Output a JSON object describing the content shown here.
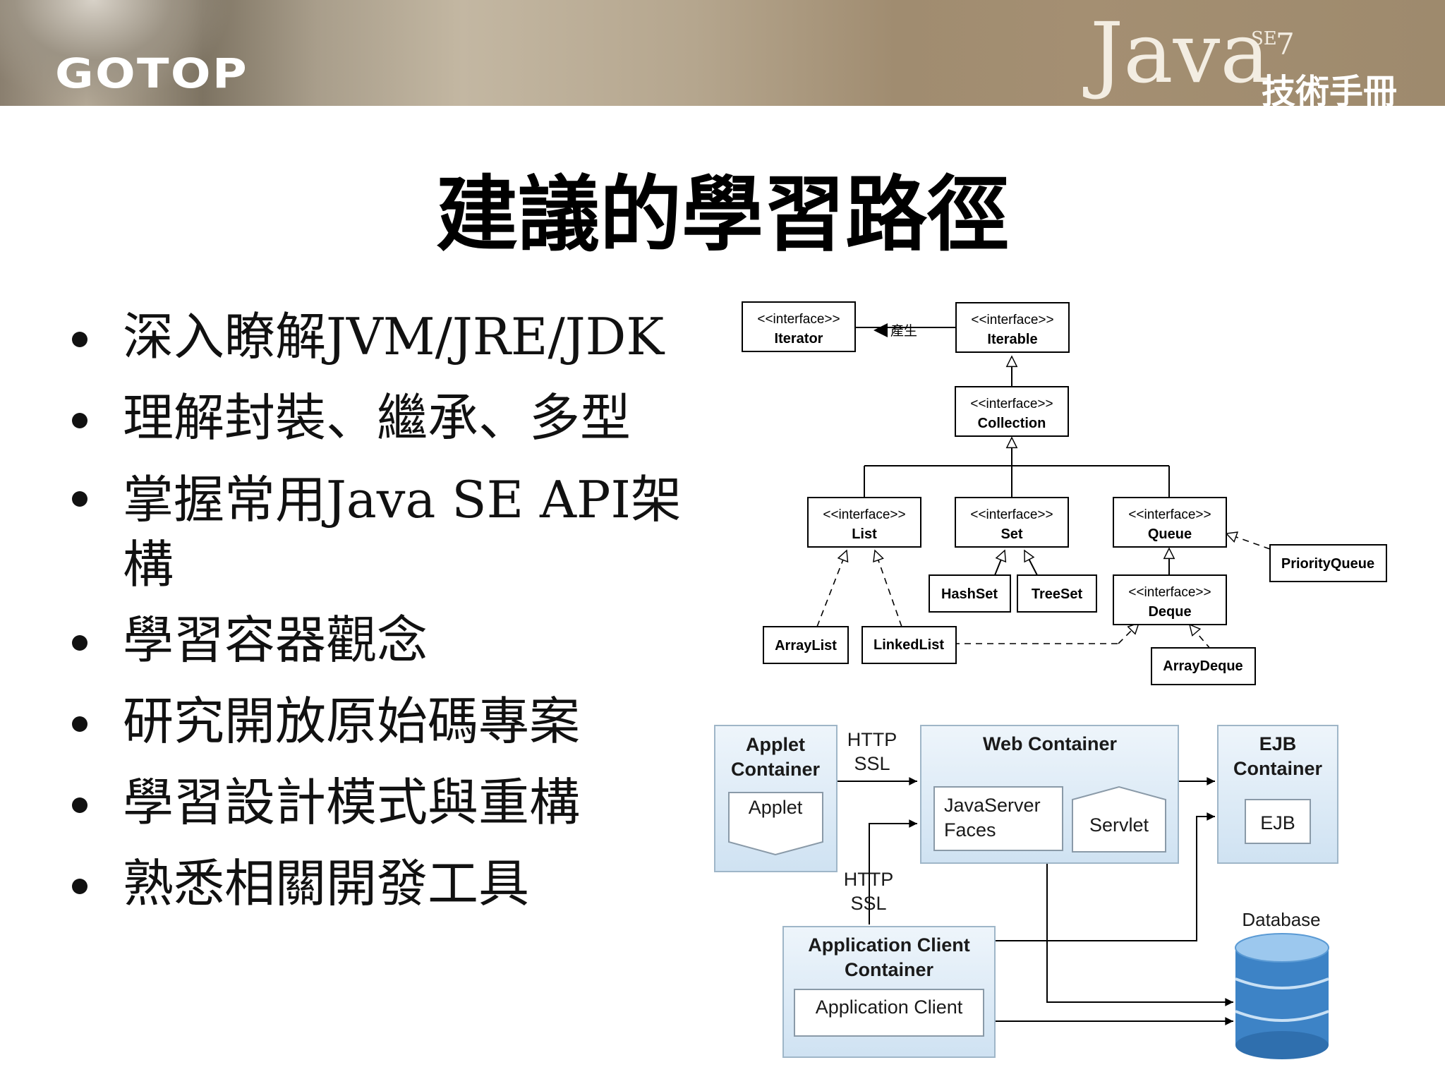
{
  "header": {
    "publisher_logo": "GOTOP",
    "product_word": "Java",
    "product_se": "SE",
    "product_version": "7",
    "product_subtitle": "技術手冊"
  },
  "slide": {
    "title": "建議的學習路徑",
    "bullets": [
      "深入瞭解JVM/JRE/JDK",
      "理解封裝、繼承、多型",
      "掌握常用Java SE API架構",
      "學習容器觀念",
      "研究開放原始碼專案",
      "學習設計模式與重構",
      "熟悉相關開發工具"
    ]
  },
  "uml": {
    "stereotype": "<<interface>>",
    "produces_label": "產生",
    "iterator": "Iterator",
    "iterable": "Iterable",
    "collection": "Collection",
    "list": "List",
    "set": "Set",
    "queue": "Queue",
    "deque": "Deque",
    "priority_queue": "PriorityQueue",
    "hashset": "HashSet",
    "treeset": "TreeSet",
    "arraylist": "ArrayList",
    "linkedlist": "LinkedList",
    "arraydeque": "ArrayDeque"
  },
  "architecture": {
    "applet_container_l1": "Applet",
    "applet_container_l2": "Container",
    "applet": "Applet",
    "http_top_l1": "HTTP",
    "http_top_l2": "SSL",
    "web_container": "Web Container",
    "jsf_l1": "JavaServer",
    "jsf_l2": "Faces",
    "servlet": "Servlet",
    "ejb_container_l1": "EJB",
    "ejb_container_l2": "Container",
    "ejb": "EJB",
    "http_mid_l1": "HTTP",
    "http_mid_l2": "SSL",
    "app_client_container_l1": "Application Client",
    "app_client_container_l2": "Container",
    "app_client": "Application Client",
    "database": "Database"
  },
  "colors": {
    "container_fill": "#dcebf7",
    "container_stroke": "#9fb6c8",
    "inner_fill": "#ffffff",
    "db_blue": "#3d83c6",
    "db_light": "#9cc8ee"
  }
}
